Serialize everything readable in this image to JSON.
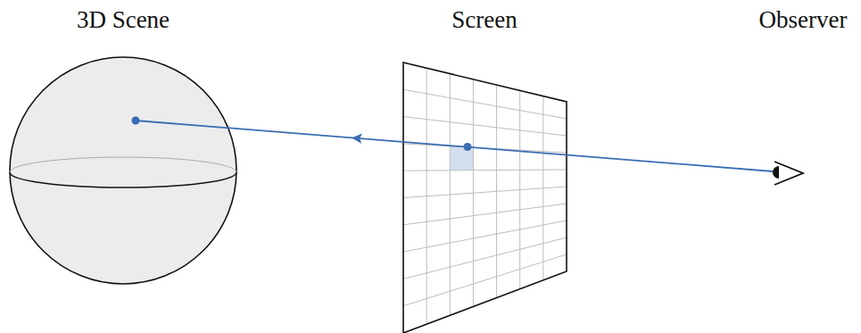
{
  "diagram": {
    "labels": [
      "3D Scene",
      "Screen",
      "Observer"
    ]
  }
}
